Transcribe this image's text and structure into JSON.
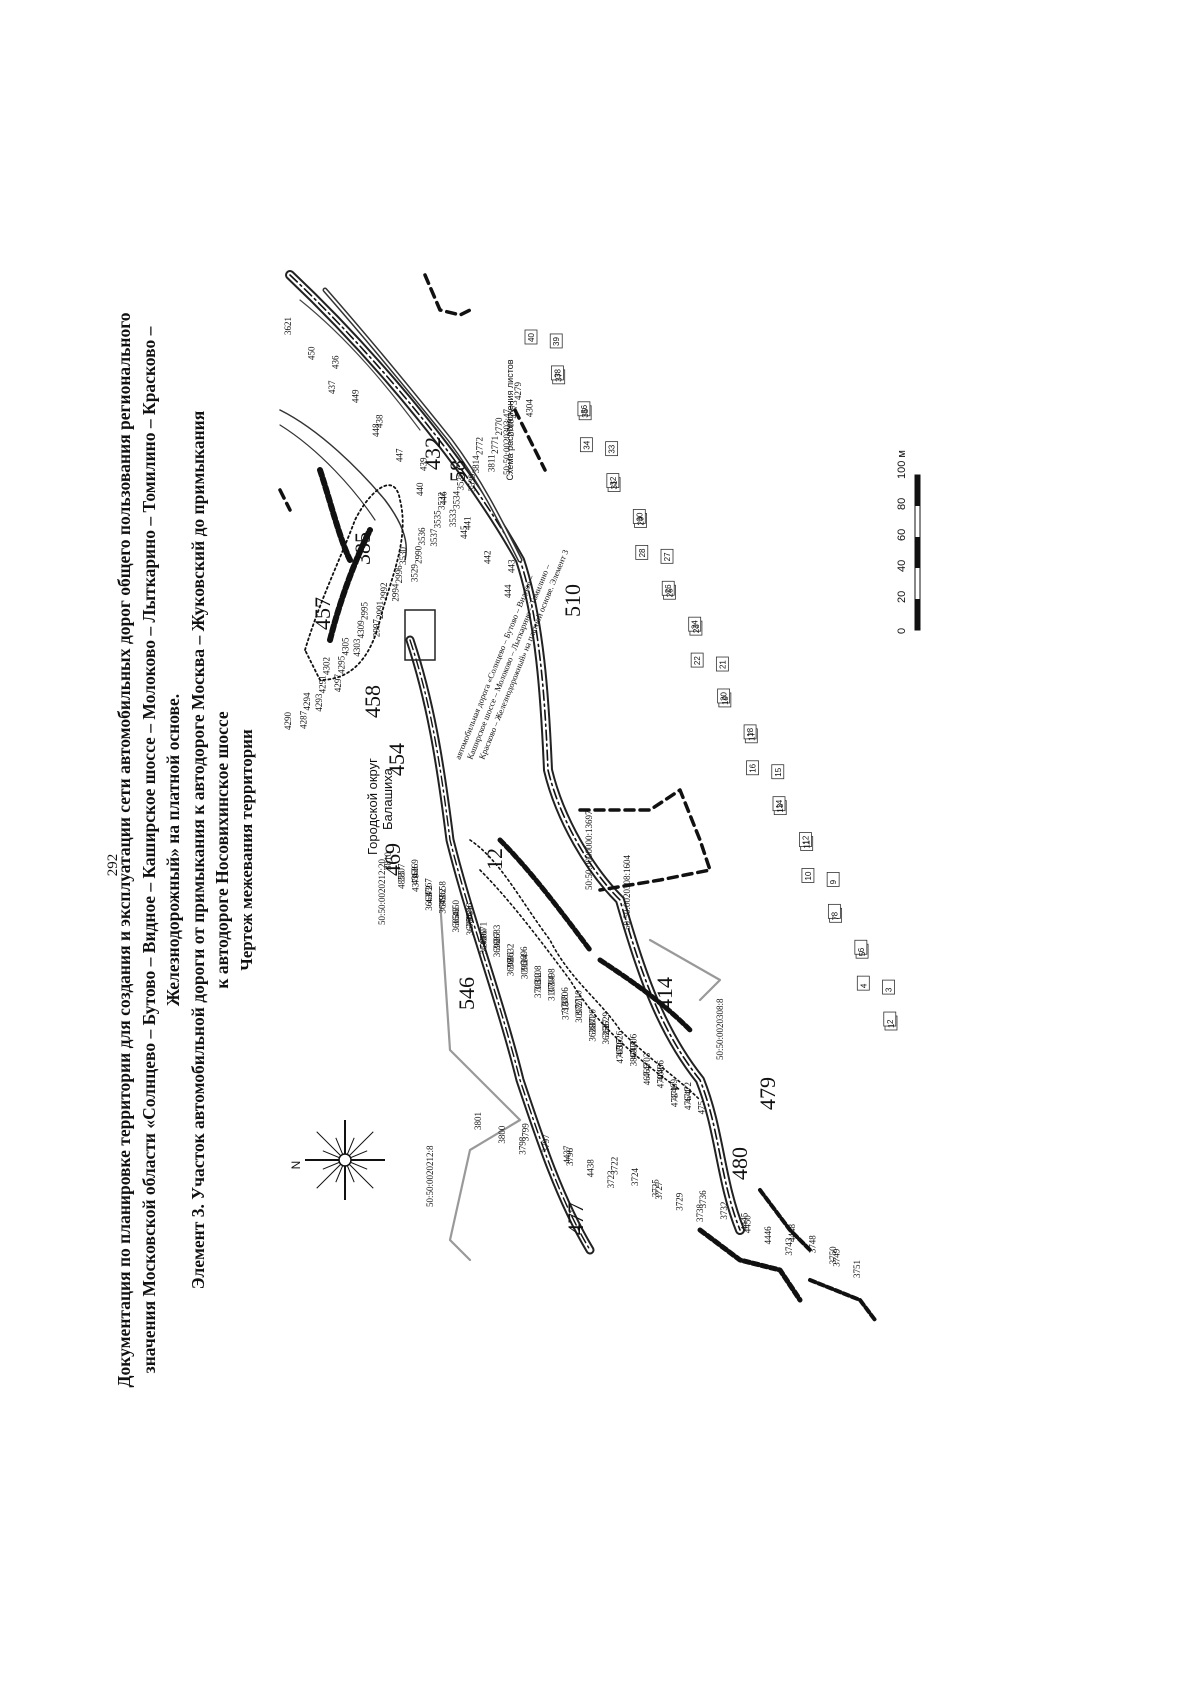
{
  "page": {
    "page_number": "292",
    "title_lines": [
      "Документация по планировке территории для создания и эксплуатации сети автомобильных дорог общего пользования регионального",
      "значения Московской области «Солнцево – Бутово – Видное – Каширское шоссе – Молоково – Лыткарино – Томилино – Красково –",
      "Железнодорожный» на платной основе."
    ],
    "element_lines": [
      "Элемент 3. Участок автомобильной дороги от примыкания к автодороге Москва – Жуковский до примыкания",
      "к автодороге Носовихинское шоссе"
    ],
    "drawing_title": "Чертеж межевания территории"
  },
  "map": {
    "district_label_line1": "Городской округ",
    "district_label_line2": "Балашиха",
    "north_letter": "N",
    "sheet_scheme_title": "Схема расположения листов",
    "scale_bar": {
      "ticks": [
        "0",
        "20",
        "40",
        "60",
        "80",
        "100 м"
      ]
    },
    "big_labels": [
      "457",
      "385",
      "458",
      "454",
      "469",
      "12",
      "546",
      "414",
      "480",
      "479",
      "477",
      "432",
      "58",
      "510"
    ],
    "cadastral_labels": [
      "50:50:0020212:20",
      "50:50:0020212:8",
      "50:50:0000000:13697",
      "50:50:0020308:1604",
      "50:50:0020308:8",
      "50:50:0020303:47"
    ],
    "parcel_labels_top": [
      "4290",
      "4287",
      "4293",
      "4294",
      "4291",
      "4297",
      "4302",
      "4295",
      "4303",
      "4305",
      "4309",
      "2997",
      "2995",
      "2991",
      "2994",
      "2992",
      "2996",
      "3529",
      "3530",
      "2990",
      "3537",
      "3536",
      "3535",
      "3533",
      "3532",
      "3534",
      "3539",
      "3538",
      "3814",
      "3811",
      "2772",
      "2771",
      "2769",
      "2770",
      "4273",
      "4304",
      "4279"
    ],
    "parcel_labels_mid": [
      "3810",
      "3807",
      "4369",
      "4855",
      "4368",
      "4367",
      "4370",
      "4372",
      "3658",
      "3663",
      "3652",
      "3650",
      "3649",
      "3648",
      "3646",
      "3665",
      "3669",
      "3671",
      "3679",
      "3680",
      "3683",
      "3640",
      "3637",
      "3632",
      "3690",
      "3691",
      "3696",
      "3698",
      "3114",
      "3108",
      "3096",
      "3102",
      "3098",
      "3703",
      "3704",
      "3706",
      "3107",
      "3708",
      "3710",
      "3718",
      "3721",
      "3720",
      "3097",
      "3630",
      "3629",
      "3628",
      "3627",
      "3626",
      "3625",
      "4707",
      "4706",
      "4705",
      "4704",
      "4703",
      "3803",
      "465",
      "466",
      "467",
      "468",
      "469",
      "470",
      "471",
      "472",
      "473",
      "474",
      "475",
      "476"
    ],
    "parcel_labels_road": [
      "3621",
      "450",
      "436",
      "437",
      "449",
      "438",
      "448",
      "447",
      "439",
      "440",
      "446",
      "441",
      "445",
      "442",
      "443",
      "444"
    ],
    "parcel_labels_bottom": [
      "3801",
      "3800",
      "3799",
      "3798",
      "3797",
      "3796",
      "4437",
      "4438",
      "3722",
      "3723",
      "3724",
      "3727",
      "3725",
      "3729",
      "3736",
      "3738",
      "3732",
      "4450",
      "4445",
      "4446",
      "4448",
      "3743",
      "3748",
      "3749",
      "3750",
      "3751"
    ],
    "road_names_legend": [
      "автомобильная дорога «Солнцево – Бутово – Видное –",
      "Каширское шоссе – Молоково – Лыткарино – Томилино –",
      "Красково – Железнодорожный» на платной основе. Элемент 3"
    ],
    "sheet_numbers": [
      "1",
      "2",
      "3",
      "4",
      "5",
      "6",
      "7",
      "8",
      "9",
      "10",
      "11",
      "12",
      "13",
      "14",
      "15",
      "16",
      "17",
      "18",
      "19",
      "20",
      "21",
      "22",
      "23",
      "24",
      "25",
      "26",
      "27",
      "28",
      "29",
      "30",
      "31",
      "32",
      "33",
      "34",
      "35",
      "36",
      "37",
      "38",
      "39",
      "40"
    ]
  }
}
